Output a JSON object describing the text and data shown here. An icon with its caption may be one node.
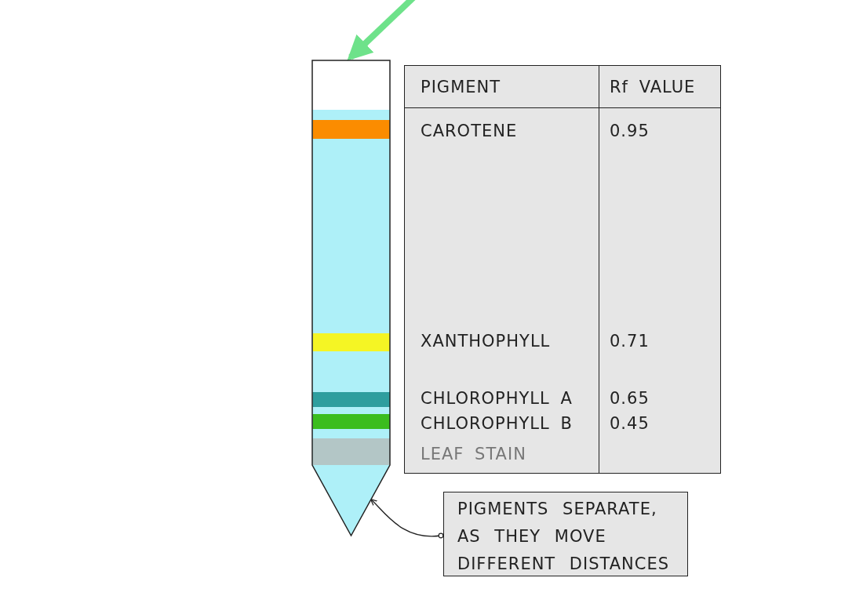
{
  "diagram": {
    "nodes": [
      {
        "text": [],
        "shape": "picture"
      },
      {
        "text": [
          "PIGMENTS SEPARATE, AS THEY MOVE DIFFERENT DISTANCES"
        ]
      }
    ],
    "edges": [
      {
        "from": null,
        "to": 0,
        "arrow": "to",
        "style": "thick",
        "color": "#6ee28a"
      },
      {
        "from": 1,
        "to": 0,
        "arrow": "to",
        "color": "#222222"
      }
    ],
    "labels": [
      "PIGMENT",
      "Rf VALUE",
      "CAROTENE",
      "0.95",
      "XANTHOPHYLL",
      "0.71",
      "CHLOROPHYLL A",
      "0.65",
      "CHLOROPHYLL B",
      "0.45",
      "LEAF STAIN"
    ]
  }
}
